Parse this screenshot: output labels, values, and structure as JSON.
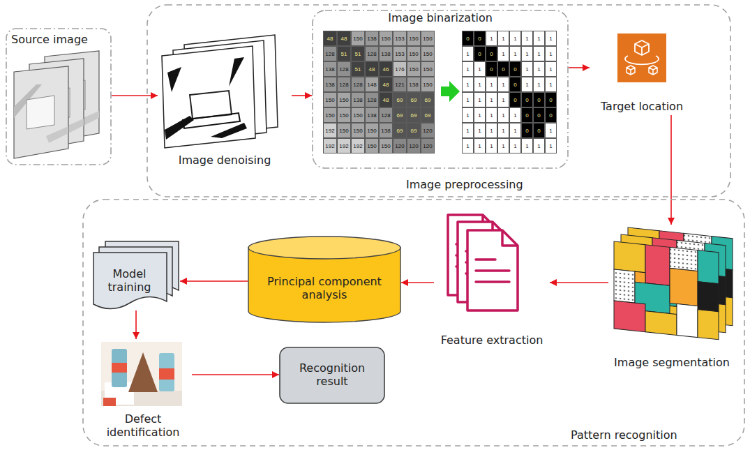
{
  "diagram": {
    "nodes": [
      {
        "text": [
          "Source image"
        ]
      },
      {
        "text": [
          "Image preprocessing"
        ]
      },
      {
        "text": [
          "Image denoising"
        ],
        "in": 1
      },
      {
        "text": [
          "Image binarization"
        ],
        "in": 1
      },
      {
        "text": [
          "Target location"
        ],
        "in": 1
      },
      {
        "text": [
          "Pattern recognition"
        ]
      },
      {
        "text": [
          "Image segmentation"
        ],
        "in": 5
      },
      {
        "text": [
          "Feature extraction"
        ],
        "in": 5
      },
      {
        "text": [
          "Principal component analysis"
        ],
        "in": 5
      },
      {
        "text": [
          "Model training"
        ],
        "in": 5
      },
      {
        "text": [
          "Defect identification"
        ],
        "in": 5
      },
      {
        "text": [
          "Recognition result"
        ],
        "in": 5
      }
    ],
    "edges": [
      {
        "from": 0,
        "to": 2,
        "arrow": "to"
      },
      {
        "from": 2,
        "to": 3,
        "arrow": "to"
      },
      {
        "from": 3,
        "to": 4,
        "arrow": "to"
      },
      {
        "from": 4,
        "to": 6,
        "arrow": "to"
      },
      {
        "from": 6,
        "to": 7,
        "arrow": "to"
      },
      {
        "from": 7,
        "to": 8,
        "arrow": "to"
      },
      {
        "from": 8,
        "to": 9,
        "arrow": "to"
      },
      {
        "from": 9,
        "to": 10,
        "arrow": "to"
      },
      {
        "from": 10,
        "to": 11,
        "arrow": "to"
      }
    ],
    "labels": [
      "48",
      "48",
      "150",
      "138",
      "150",
      "153",
      "150",
      "150",
      "128",
      "51",
      "51",
      "128",
      "138",
      "153",
      "150",
      "150",
      "138",
      "128",
      "51",
      "48",
      "46",
      "176",
      "150",
      "150",
      "138",
      "128",
      "128",
      "148",
      "48",
      "121",
      "138",
      "150",
      "150",
      "150",
      "138",
      "128",
      "48",
      "69",
      "69",
      "69",
      "150",
      "150",
      "150",
      "138",
      "128",
      "69",
      "69",
      "69",
      "192",
      "150",
      "150",
      "150",
      "138",
      "69",
      "69",
      "120",
      "192",
      "192",
      "192",
      "150",
      "150",
      "120",
      "120",
      "120",
      "0",
      "0",
      "1",
      "1",
      "1",
      "1",
      "1",
      "1",
      "1",
      "0",
      "0",
      "1",
      "1",
      "1",
      "1",
      "1",
      "1",
      "1",
      "0",
      "0",
      "0",
      "1",
      "1",
      "1",
      "1",
      "1",
      "1",
      "1",
      "0",
      "1",
      "1",
      "1",
      "1",
      "1",
      "1",
      "1",
      "0",
      "0",
      "0",
      "0",
      "1",
      "1",
      "1",
      "1",
      "1",
      "0",
      "0",
      "0",
      "1",
      "1",
      "1",
      "1",
      "1",
      "0",
      "0",
      "1",
      "1",
      "1",
      "1",
      "1",
      "1",
      "1",
      "1",
      "1"
    ]
  }
}
